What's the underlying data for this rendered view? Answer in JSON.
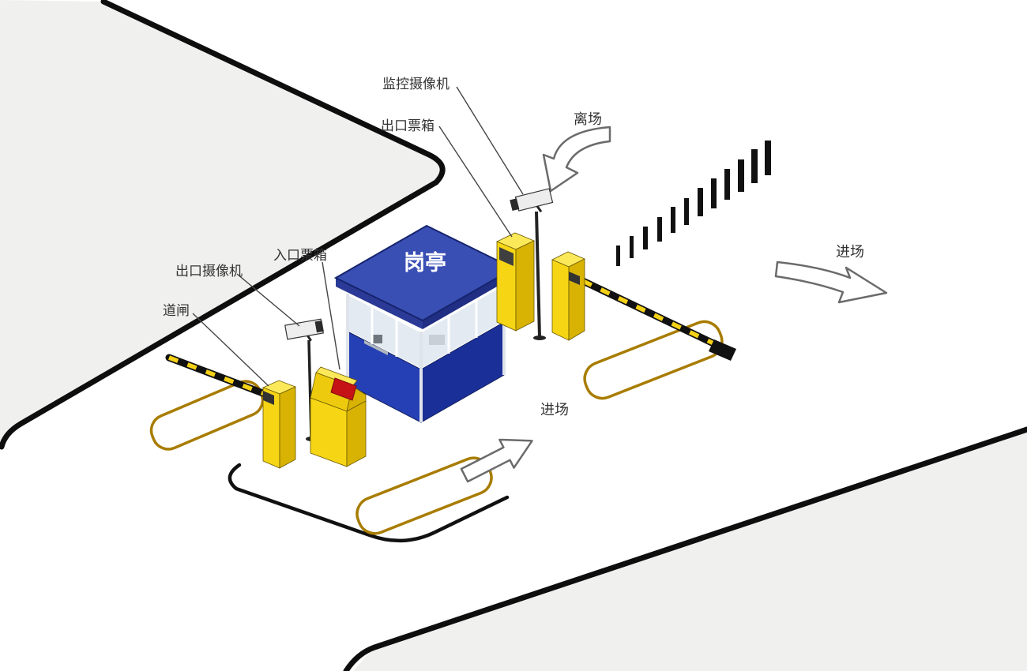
{
  "diagram": {
    "labels": {
      "surveillance_camera": "监控摄像机",
      "exit_ticket_box": "出口票箱",
      "entry_ticket_box": "入口票箱",
      "exit_camera": "出口摄像机",
      "barrier_gate": "道闸",
      "guard_booth": "岗亭",
      "flow_leave": "离场",
      "flow_enter_main_road": "进场",
      "flow_enter_lane": "进场"
    },
    "colors": {
      "background": "#f6f7f6",
      "road": "#ffffff",
      "block": "#f0f1ef",
      "curb_black": "#0e0e0e",
      "equipment_yellow": "#f6d515",
      "equipment_yellow_shade": "#d8b303",
      "booth_roof_blue": "#3a4fb4",
      "booth_wall_blue": "#2540b4",
      "display_red": "#c51217",
      "ground_loop": "#a87c00",
      "label_text": "#333333",
      "booth_label_text": "#ffffff"
    }
  }
}
